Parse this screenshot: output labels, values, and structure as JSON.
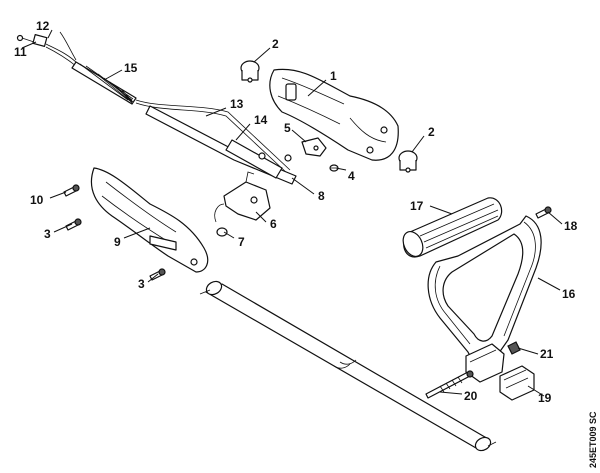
{
  "diagram": {
    "drawing_code": "245ET009 SC",
    "callouts": [
      {
        "id": "c1",
        "label": "1"
      },
      {
        "id": "c2a",
        "label": "2"
      },
      {
        "id": "c2b",
        "label": "2"
      },
      {
        "id": "c3a",
        "label": "3"
      },
      {
        "id": "c3b",
        "label": "3"
      },
      {
        "id": "c4",
        "label": "4"
      },
      {
        "id": "c5",
        "label": "5"
      },
      {
        "id": "c6",
        "label": "6"
      },
      {
        "id": "c7",
        "label": "7"
      },
      {
        "id": "c8",
        "label": "8"
      },
      {
        "id": "c9",
        "label": "9"
      },
      {
        "id": "c10",
        "label": "10"
      },
      {
        "id": "c11",
        "label": "11"
      },
      {
        "id": "c12",
        "label": "12"
      },
      {
        "id": "c13",
        "label": "13"
      },
      {
        "id": "c14",
        "label": "14"
      },
      {
        "id": "c15",
        "label": "15"
      },
      {
        "id": "c16",
        "label": "16"
      },
      {
        "id": "c17",
        "label": "17"
      },
      {
        "id": "c18",
        "label": "18"
      },
      {
        "id": "c19",
        "label": "19"
      },
      {
        "id": "c20",
        "label": "20"
      },
      {
        "id": "c21",
        "label": "21"
      }
    ]
  }
}
